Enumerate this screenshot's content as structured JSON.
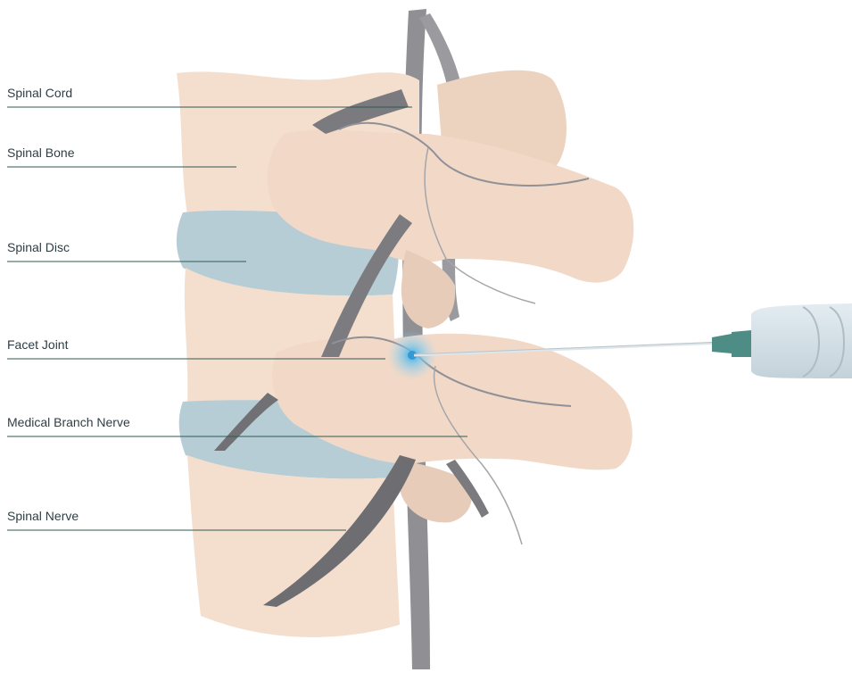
{
  "labels": {
    "spinal_cord": "Spinal Cord",
    "spinal_bone": "Spinal Bone",
    "spinal_disc": "Spinal Disc",
    "facet_joint": "Facet Joint",
    "medial_branch_nerve": "Medical Branch Nerve",
    "spinal_nerve": "Spinal Nerve"
  },
  "colors": {
    "bone": "#f4dfcf",
    "bone_shadow": "#e9c9b1",
    "disc": "#b7cdd6",
    "nerve": "#8f8f94",
    "nerve_dark": "#6e6e72",
    "leader_line": "#2f5a52",
    "label_text": "#2f3e45",
    "needle_hub": "#4e8c86",
    "syringe": "#d3dfe6",
    "injection_glow": "#3fa9e0"
  }
}
